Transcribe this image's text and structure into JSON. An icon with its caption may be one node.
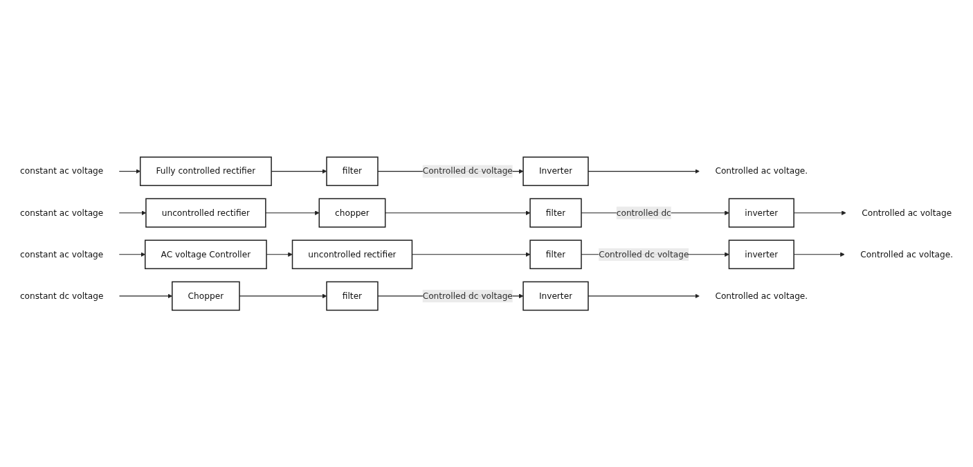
{
  "diagram": {
    "nodes": [
      {
        "text": [
          "constant ac voltage"
        ]
      },
      {
        "text": [
          "Fully controlled rectifier"
        ]
      },
      {
        "text": [
          "filter"
        ]
      },
      {
        "text": [
          "Inverter"
        ]
      },
      {
        "text": [
          "Controlled ac voltage."
        ]
      },
      {
        "text": [
          "constant ac voltage"
        ]
      },
      {
        "text": [
          "uncontrolled rectifier"
        ]
      },
      {
        "text": [
          "chopper"
        ]
      },
      {
        "text": [
          "filter"
        ]
      },
      {
        "text": [
          "inverter"
        ]
      },
      {
        "text": [
          "Controlled ac voltage"
        ]
      },
      {
        "text": [
          "constant ac voltage"
        ]
      },
      {
        "text": [
          "AC voltage Controller"
        ]
      },
      {
        "text": [
          "uncontrolled rectifier"
        ]
      },
      {
        "text": [
          "filter"
        ]
      },
      {
        "text": [
          "inverter"
        ]
      },
      {
        "text": [
          "Controlled ac voltage."
        ]
      },
      {
        "text": [
          "constant dc voltage"
        ]
      },
      {
        "text": [
          "Chopper"
        ]
      },
      {
        "text": [
          "filter"
        ]
      },
      {
        "text": [
          "Inverter"
        ]
      },
      {
        "text": [
          "Controlled ac voltage."
        ]
      }
    ],
    "edges": [
      {
        "from": 0,
        "to": 1,
        "arrow": "to"
      },
      {
        "from": 1,
        "to": 2,
        "arrow": "to"
      },
      {
        "from": 2,
        "to": 3,
        "arrow": "to",
        "label": "Controlled dc voltage"
      },
      {
        "from": 3,
        "to": 4,
        "arrow": "to"
      },
      {
        "from": 5,
        "to": 6,
        "arrow": "to"
      },
      {
        "from": 6,
        "to": 7,
        "arrow": "to"
      },
      {
        "from": 7,
        "to": 8,
        "arrow": "to"
      },
      {
        "from": 8,
        "to": 9,
        "arrow": "to",
        "label": "controlled dc"
      },
      {
        "from": 9,
        "to": 10,
        "arrow": "to"
      },
      {
        "from": 11,
        "to": 12,
        "arrow": "to"
      },
      {
        "from": 12,
        "to": 13,
        "arrow": "to"
      },
      {
        "from": 13,
        "to": 14,
        "arrow": "to"
      },
      {
        "from": 14,
        "to": 15,
        "arrow": "to",
        "label": "Controlled dc voltage"
      },
      {
        "from": 15,
        "to": 16,
        "arrow": "to"
      },
      {
        "from": 17,
        "to": 18,
        "arrow": "to"
      },
      {
        "from": 18,
        "to": 19,
        "arrow": "to"
      },
      {
        "from": 19,
        "to": 20,
        "arrow": "to",
        "label": "Controlled dc voltage"
      },
      {
        "from": 20,
        "to": 21,
        "arrow": "to"
      }
    ]
  }
}
